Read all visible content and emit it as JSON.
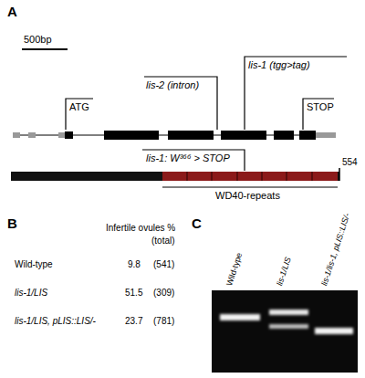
{
  "diagram": {
    "labels": [
      "A",
      "500bp",
      "ATG",
      "lis-2 (intron)",
      "lis-1 (tgg>tag)",
      "STOP",
      "lis-1: W³⁶⁶ > STOP",
      "554",
      "WD40-repeats",
      "B",
      "Infertile ovules %",
      "(total)",
      "Wild-type",
      "9.8",
      "(541)",
      "lis-1/LIS",
      "51.5",
      "(309)",
      "lis-1/LIS, pLIS::LIS/-",
      "23.7",
      "(781)",
      "C",
      "Wild-type",
      "lis-1/LIS",
      "lis-1/lis-1, pLIS::LIS/-"
    ]
  }
}
